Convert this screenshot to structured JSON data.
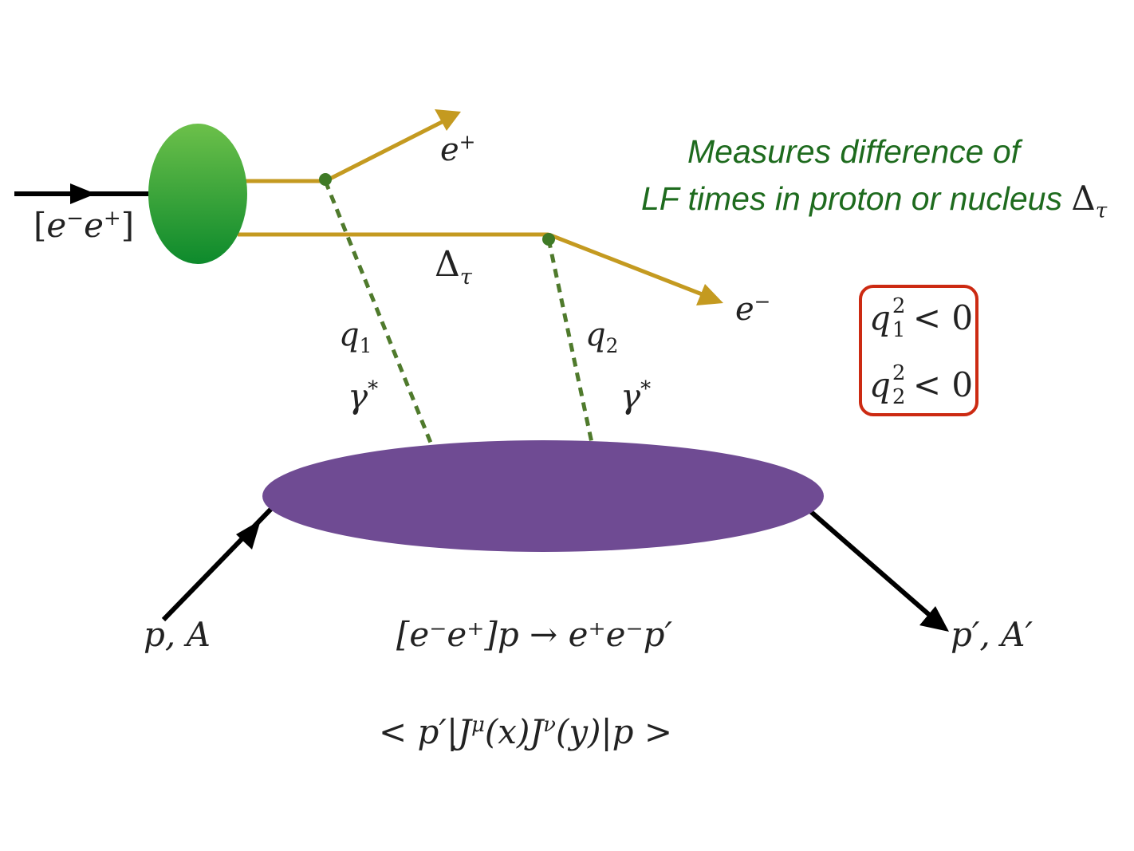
{
  "diagram": {
    "colors": {
      "lepton_line": "#c49a20",
      "photon_line": "#4f7a2c",
      "vertex": "#3f7a26",
      "incoming_line": "#000000",
      "bound_state_top": "#6cc04a",
      "bound_state_bottom": "#0d8a2c",
      "target_blob": "#6f4b93",
      "annotation_text": "#1e6b1e",
      "constraint_box": "#cc2a12"
    },
    "labels": {
      "bound_state": {
        "bracket_open": "[",
        "e": "e",
        "minus": "−",
        "e2": "e",
        "plus": "+",
        "bracket_close": "]"
      },
      "positron": {
        "base": "e",
        "sup": "+"
      },
      "electron": {
        "base": "e",
        "sup": "−"
      },
      "delta_tau": {
        "base": "Δ",
        "sub": "τ"
      },
      "q1": {
        "base": "q",
        "sub": "1"
      },
      "q2": {
        "base": "q",
        "sub": "2"
      },
      "gamma1": {
        "base": "γ",
        "sup": "*"
      },
      "gamma2": {
        "base": "γ",
        "sup": "*"
      },
      "incoming_target": "p, A",
      "outgoing_target": "p′, A′",
      "reaction": "[e⁻e⁺]p → e⁺e⁻p′",
      "matrix_element": "< p′|Jμ(x)Jν(y)|p >"
    },
    "matrix_element_parts": {
      "open": "< p′|J",
      "mu": "μ",
      "x": "(x)J",
      "nu": "ν",
      "close": "(y)|p >"
    },
    "annotation": {
      "line1": "Measures difference of",
      "line2": "LF times in proton or nucleus",
      "delta": "Δ",
      "tau": "τ"
    },
    "constraints": [
      {
        "q": "q",
        "sup": "2",
        "sub": "1",
        "rel": "< 0"
      },
      {
        "q": "q",
        "sup": "2",
        "sub": "2",
        "rel": "< 0"
      }
    ]
  }
}
